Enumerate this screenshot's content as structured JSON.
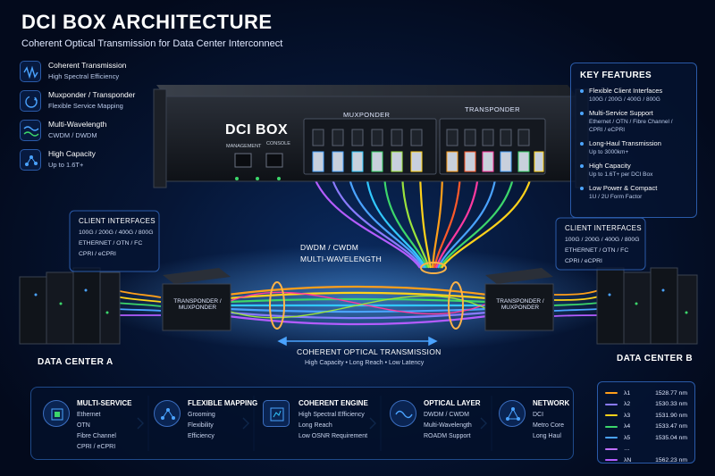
{
  "header": {
    "title": "DCI BOX ARCHITECTURE",
    "subtitle": "Coherent Optical Transmission for Data Center Interconnect"
  },
  "left_features": [
    {
      "title": "Coherent Transmission",
      "sub": "High Spectral Efficiency"
    },
    {
      "title": "Muxponder / Transponder",
      "sub": "Flexible Service Mapping"
    },
    {
      "title": "Multi-Wavelength",
      "sub": "CWDM / DWDM"
    },
    {
      "title": "High Capacity",
      "sub": "Up to 1.6T+"
    }
  ],
  "device": {
    "name": "DCI BOX",
    "muxponder": "MUXPONDER",
    "transponder": "TRANSPONDER",
    "management": "MANAGEMENT",
    "console": "CONSOLE"
  },
  "key_features": {
    "heading": "KEY FEATURES",
    "items": [
      {
        "title": "Flexible Client Interfaces",
        "sub1": "100G / 200G / 400G / 800G",
        "sub2": ""
      },
      {
        "title": "Multi-Service Support",
        "sub1": "Ethernet / OTN / Fibre Channel /",
        "sub2": "CPRI / eCPRI"
      },
      {
        "title": "Long-Haul Transmission",
        "sub1": "Up to 3000km+",
        "sub2": ""
      },
      {
        "title": "High Capacity",
        "sub1": "Up to 1.6T+ per DCI Box",
        "sub2": ""
      },
      {
        "title": "Low Power & Compact",
        "sub1": "1U / 2U Form Factor",
        "sub2": ""
      }
    ]
  },
  "client_left": {
    "heading": "CLIENT INTERFACES",
    "line1": "100G / 200G / 400G / 800G",
    "line2": "ETHERNET / OTN / FC",
    "line3": "CPRI / eCPRI"
  },
  "client_right": {
    "heading": "CLIENT INTERFACES",
    "line1": "100G / 200G / 400G / 800G",
    "line2": "ETHERNET / OTN / FC",
    "line3": "CPRI / eCPRI"
  },
  "link": {
    "dwdm1": "DWDM / CWDM",
    "dwdm2": "MULTI-WAVELENGTH",
    "coherent": "COHERENT OPTICAL TRANSMISSION",
    "coherent_sub": "High Capacity • Long Reach • Low Latency"
  },
  "transponder_left": {
    "line1": "TRANSPONDER /",
    "line2": "MUXPONDER"
  },
  "transponder_right": {
    "line1": "TRANSPONDER /",
    "line2": "MUXPONDER"
  },
  "dc_a": "DATA CENTER A",
  "dc_b": "DATA CENTER B",
  "bottom": [
    {
      "title": "MULTI-SERVICE",
      "lines": [
        "Ethernet",
        "OTN",
        "Fibre Channel",
        "CPRI / eCPRI"
      ]
    },
    {
      "title": "FLEXIBLE MAPPING",
      "lines": [
        "Grooming",
        "Flexibility",
        "Efficiency"
      ]
    },
    {
      "title": "COHERENT ENGINE",
      "lines": [
        "High Spectral Efficiency",
        "Long Reach",
        "Low OSNR Requirement"
      ]
    },
    {
      "title": "OPTICAL LAYER",
      "lines": [
        "DWDM / CWDM",
        "Multi-Wavelength",
        "ROADM Support"
      ]
    },
    {
      "title": "NETWORK",
      "lines": [
        "DCI",
        "Metro Core",
        "Long Haul"
      ]
    }
  ],
  "wavelengths": [
    {
      "label": "λ1",
      "value": "1528.77 nm",
      "color": "#ff9f1a"
    },
    {
      "label": "λ2",
      "value": "1530.33 nm",
      "color": "#8a7bff"
    },
    {
      "label": "λ3",
      "value": "1531.90 nm",
      "color": "#ffd21a"
    },
    {
      "label": "λ4",
      "value": "1533.47 nm",
      "color": "#3cd66b"
    },
    {
      "label": "λ5",
      "value": "1535.04 nm",
      "color": "#4aa3ff"
    },
    {
      "label": "…",
      "value": "",
      "color": "#c070ff"
    },
    {
      "label": "λN",
      "value": "1562.23 nm",
      "color": "#b45cff"
    }
  ],
  "colors": {
    "accent": "#4da6ff",
    "panel_border": "#2a5aa8"
  }
}
